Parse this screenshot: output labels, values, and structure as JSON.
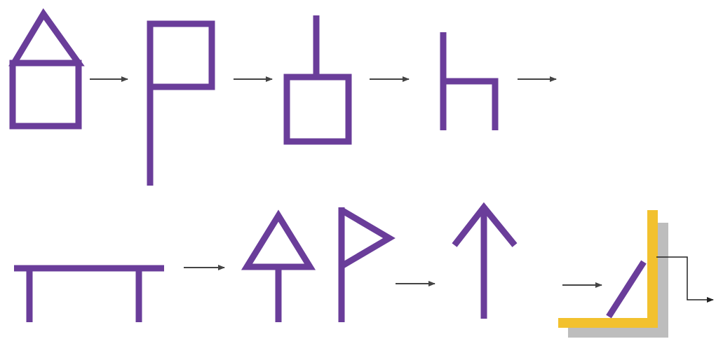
{
  "diagram": {
    "description_type": "shape-transformation sequence",
    "colors": {
      "shape_stroke": "#6a3d9a",
      "arrow_stroke": "#444444",
      "bracket_fill": "#f2c12e",
      "bracket_shadow": "#bdbdbd",
      "connector_stroke": "#222222"
    },
    "rows": [
      {
        "items": [
          "house-shape",
          "flag-shape",
          "cross-box-shape",
          "h-shape"
        ]
      },
      {
        "items": [
          "table-shape",
          "triangle-post-shape",
          "pennant-shape",
          "up-arrow-shape",
          "corner-bracket-shape"
        ]
      }
    ]
  }
}
